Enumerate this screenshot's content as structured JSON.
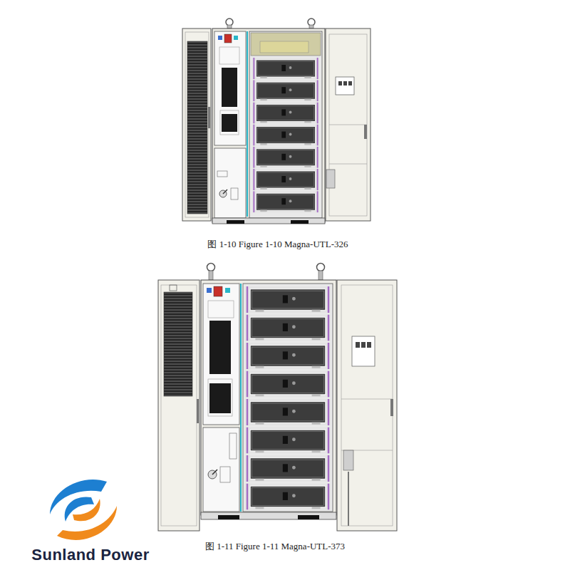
{
  "diagram": {
    "labels": [
      "图 1-10 Figure 1-10 Magna-UTL-326",
      "图 1-11 Figure 1-11 Magna-UTL-373",
      "Sunland Power"
    ]
  }
}
